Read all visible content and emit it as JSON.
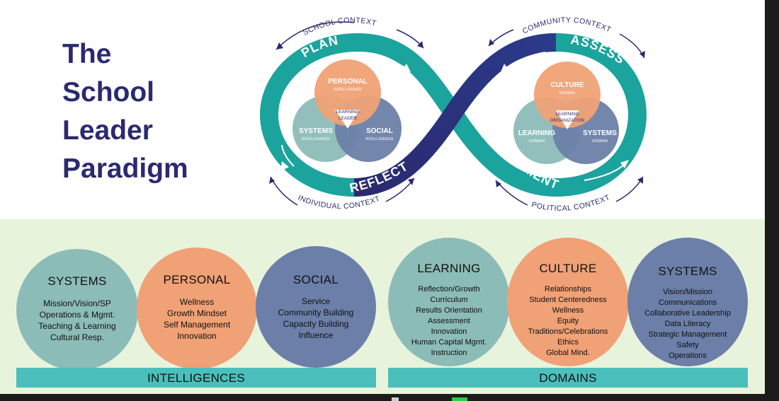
{
  "title_lines": [
    "The",
    "School",
    "Leader",
    "Paradigm"
  ],
  "diagram": {
    "contexts": {
      "school": "SCHOOL CONTEXT",
      "community": "COMMUNITY CONTEXT",
      "individual": "INDIVIDUAL CONTEXT",
      "political": "POLITICAL CONTEXT"
    },
    "phases": {
      "plan": "PLAN",
      "assess": "ASSESS",
      "reflect": "REFLECT",
      "implement": "IMPLEMENT"
    },
    "left_venn": {
      "top": {
        "title": "PERSONAL",
        "sub": "INTELLIGENCE"
      },
      "left": {
        "title": "SYSTEMS",
        "sub": "INTELLIGENCE"
      },
      "right": {
        "title": "SOCIAL",
        "sub": "INTELLIGENCE"
      },
      "center": [
        "LEARNING",
        "LEADER"
      ]
    },
    "right_venn": {
      "top": {
        "title": "CULTURE",
        "sub": "DOMAIN"
      },
      "left": {
        "title": "LEARNING",
        "sub": "DOMAIN"
      },
      "right": {
        "title": "SYSTEMS",
        "sub": "DOMAIN"
      },
      "center": [
        "LEARNING",
        "ORGANIZATION"
      ]
    }
  },
  "intelligences": {
    "label": "INTELLIGENCES",
    "circles": [
      {
        "title": "SYSTEMS",
        "items": [
          "Mission/Vision/SP",
          "Operations & Mgmt.",
          "Teaching & Learning",
          "Cultural Resp."
        ]
      },
      {
        "title": "PERSONAL",
        "items": [
          "Wellness",
          "Growth Mindset",
          "Self Management",
          "Innovation"
        ]
      },
      {
        "title": "SOCIAL",
        "items": [
          "Service",
          "Community Building",
          "Capacity Building",
          "Influence"
        ]
      }
    ]
  },
  "domains": {
    "label": "DOMAINS",
    "circles": [
      {
        "title": "LEARNING",
        "items": [
          "Reflection/Growth",
          "Curriculum",
          "Results Orientation",
          "Assessment",
          "Innovation",
          "Human Capital Mgmt.",
          "Instruction"
        ]
      },
      {
        "title": "CULTURE",
        "items": [
          "Relationships",
          "Student Centeredness",
          "Wellness",
          "Equity",
          "Traditions/Celebrations",
          "Ethics",
          "Global Mind."
        ]
      },
      {
        "title": "SYSTEMS",
        "items": [
          "Vision/Mission",
          "Communications",
          "Collaborative Leadership",
          "Data Literacy",
          "Strategic Management",
          "Safety",
          "Operations"
        ]
      }
    ]
  },
  "colors": {
    "navy": "#2b2a6f",
    "teal": "#1aa49d",
    "teal_light": "#4bbfbb",
    "sage": "#8cbcb7",
    "orange": "#f0a175",
    "slate": "#6b7fa8",
    "panel": "#e8f3dc"
  }
}
